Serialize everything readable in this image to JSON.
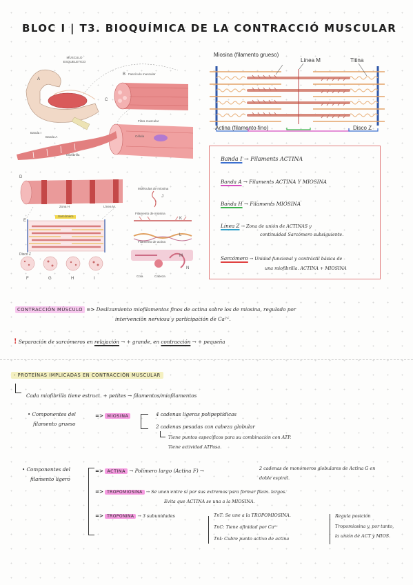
{
  "title": "BLOC I | T3. BIOQUÍMICA DE LA CONTRACCIÓ MUSCULAR",
  "figure_left": {
    "labels": {
      "musculo": "MUSCULO ESQUELETICO",
      "A": "A",
      "B": "B",
      "C": "C",
      "D": "D",
      "E": "E",
      "F": "F",
      "G": "G",
      "H": "H",
      "I": "I",
      "J": "J",
      "K": "K",
      "L": "L",
      "M": "M",
      "N": "N",
      "fasciculo": "Fascículo muscular",
      "fibra": "Fibra muscular",
      "miofibrilla": "Miofibrilla",
      "celula": "Célula",
      "disco_z": "Disco Z",
      "zona_h": "Zona H",
      "linea_m": "Línea M",
      "banda_a": "Banda A",
      "banda_i": "Banda I",
      "sarcomero": "Sarcómero",
      "filamento_miosina": "Filamento de miosina",
      "filamento_actina": "Filamento de actina",
      "moleculas": "Moléculas de miosina",
      "cabeza": "Cabeza",
      "cola": "Cola"
    }
  },
  "figure_right": {
    "labels": {
      "miosina": "Miosina (filamento grueso)",
      "linea_m": "Línea M",
      "titina": "Titina",
      "actina": "Actina (filamento fino)",
      "disco_z": "Disco Z"
    },
    "colors": {
      "myosin": "#d6897c",
      "actin": "#e3a36a",
      "z": "#2f57a8",
      "titin": "#e9b07a"
    }
  },
  "box": {
    "rows": [
      {
        "term": "Banda I",
        "text": "Filaments ACTINA",
        "underline_color": "#3b6fd0"
      },
      {
        "term": "Banda A",
        "text": "Filaments ACTINA Y MIOSINA",
        "underline_color": "#d54ec0"
      },
      {
        "term": "Banda H",
        "text": "Filaments MIOSINA",
        "underline_color": "#39b34a"
      },
      {
        "term": "Línea Z",
        "text": "Zona de unión de ACTINAS y",
        "text2": "continuidad Sarcómero subsiguiente.",
        "underline_color": "#2fa0c8"
      },
      {
        "term": "Sarcómero",
        "text": "Unidad funcional y contráctil básica de",
        "text2": "una miofibrilla. ACTINA + MIOSINA",
        "underline_color": "#e04040"
      }
    ]
  },
  "contraccion": {
    "label": "CONTRACCIÓN MÚSCULO",
    "arrow": "=>",
    "line1": "Deslizamiento miofilamentos finos de actina sobre los de miosina, regulado por",
    "line2": "intervención nerviosa y participación de Ca²⁺."
  },
  "separacion": {
    "icon": "!",
    "text_pre": "Separación de sarcómeros en ",
    "relajacion": "relajación",
    "text_mid": " → + grande, en ",
    "contraccion": "contracción",
    "text_post": " → + pequeña"
  },
  "section2": {
    "heading": "- PROTEÍNAS IMPLICADAS EN CONTRACCIÓN MUSCULAR",
    "cada": "Cada miofibrilla tiene estruct. + petites → filamentos/miofilamentos",
    "grueso": {
      "bullet": "•",
      "title1": "Componentes del",
      "title2": "filamento grueso",
      "arrow": "=>",
      "protein": "MIOSINA",
      "items": [
        "4 cadenas ligeras polipeptídicas",
        "2 cadenas pesadas con cabeza globular"
      ],
      "sub1": "Tiene puntos específicos para su combinación con ATP.",
      "sub2": "Tiene actividad ATPasa."
    },
    "ligero": {
      "bullet": "•",
      "title1": "Componentes del",
      "title2": "filamento ligero",
      "actina": {
        "arrow": "=>",
        "name": "ACTINA",
        "text": "→ Polímero largo (Actina F) →",
        "desc1": "2 cadenas de monómeros globulares de Actina G en",
        "desc2": "doble espiral."
      },
      "tropomiosina": {
        "arrow": "=>",
        "name": "TROPOMIOSINA",
        "line1": "→ Se unen entre sí por sus extremos para formar filam. largos.",
        "line2": "Evita que ACTINA se una a la MIOSINA."
      },
      "troponina": {
        "arrow": "=>",
        "name": "TROPONINA",
        "text": "→ 3 subunidades",
        "subs": [
          "TnT: Se une a la TROPOMIOSINA.",
          "TnC: Tiene afinidad por Ca²⁺",
          "TnI: Cubre punto activo de actina"
        ],
        "note1": "Regula posición",
        "note2": "Tropomiosina y, por tanto,",
        "note3": "la unión de ACT y MIOS."
      }
    }
  }
}
